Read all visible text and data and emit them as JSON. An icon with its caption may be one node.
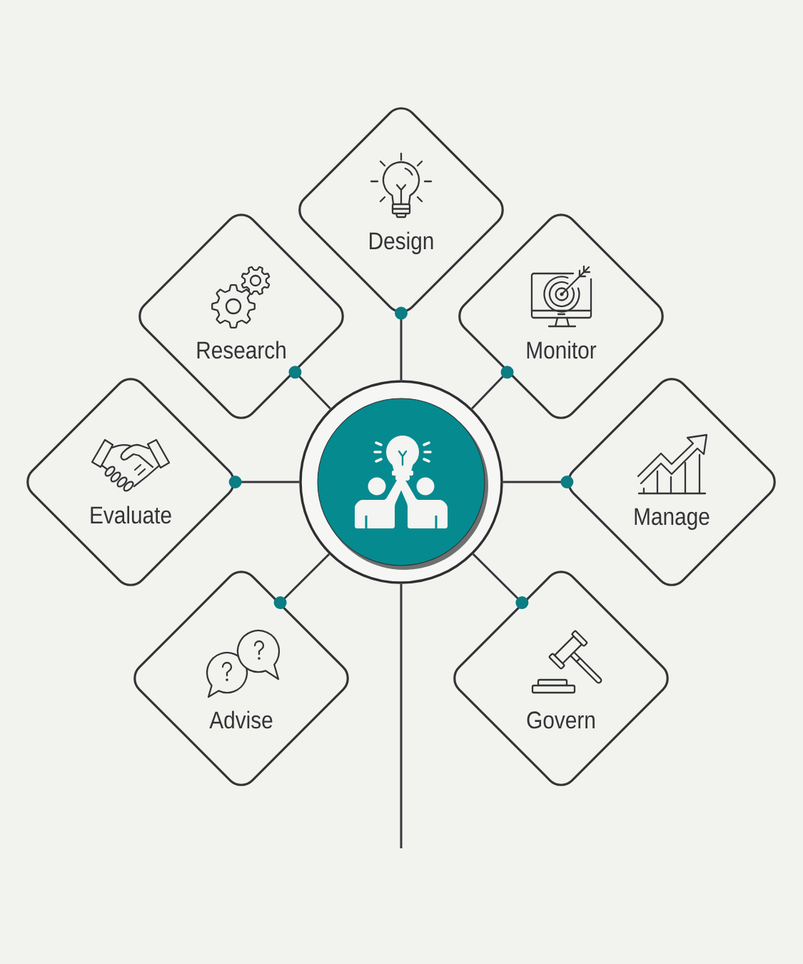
{
  "diagram": {
    "nodes": [
      {
        "text": [],
        "shape": "circle"
      },
      {
        "text": [
          "Design"
        ]
      },
      {
        "text": [
          "Research"
        ]
      },
      {
        "text": [
          "Monitor"
        ]
      },
      {
        "text": [
          "Evaluate"
        ]
      },
      {
        "text": [
          "Manage"
        ]
      },
      {
        "text": [
          "Advise"
        ]
      },
      {
        "text": [
          "Govern"
        ]
      }
    ],
    "edges": [
      {
        "from": 0,
        "to": 1,
        "arrow": "other"
      },
      {
        "from": 0,
        "to": 2,
        "arrow": "other"
      },
      {
        "from": 0,
        "to": 3,
        "arrow": "other"
      },
      {
        "from": 0,
        "to": 4,
        "arrow": "other"
      },
      {
        "from": 0,
        "to": 5,
        "arrow": "other"
      },
      {
        "from": 0,
        "to": 6,
        "arrow": "other"
      },
      {
        "from": 0,
        "to": 7,
        "arrow": "other"
      },
      {
        "from": 0,
        "to": null,
        "arrow": "none"
      }
    ]
  }
}
